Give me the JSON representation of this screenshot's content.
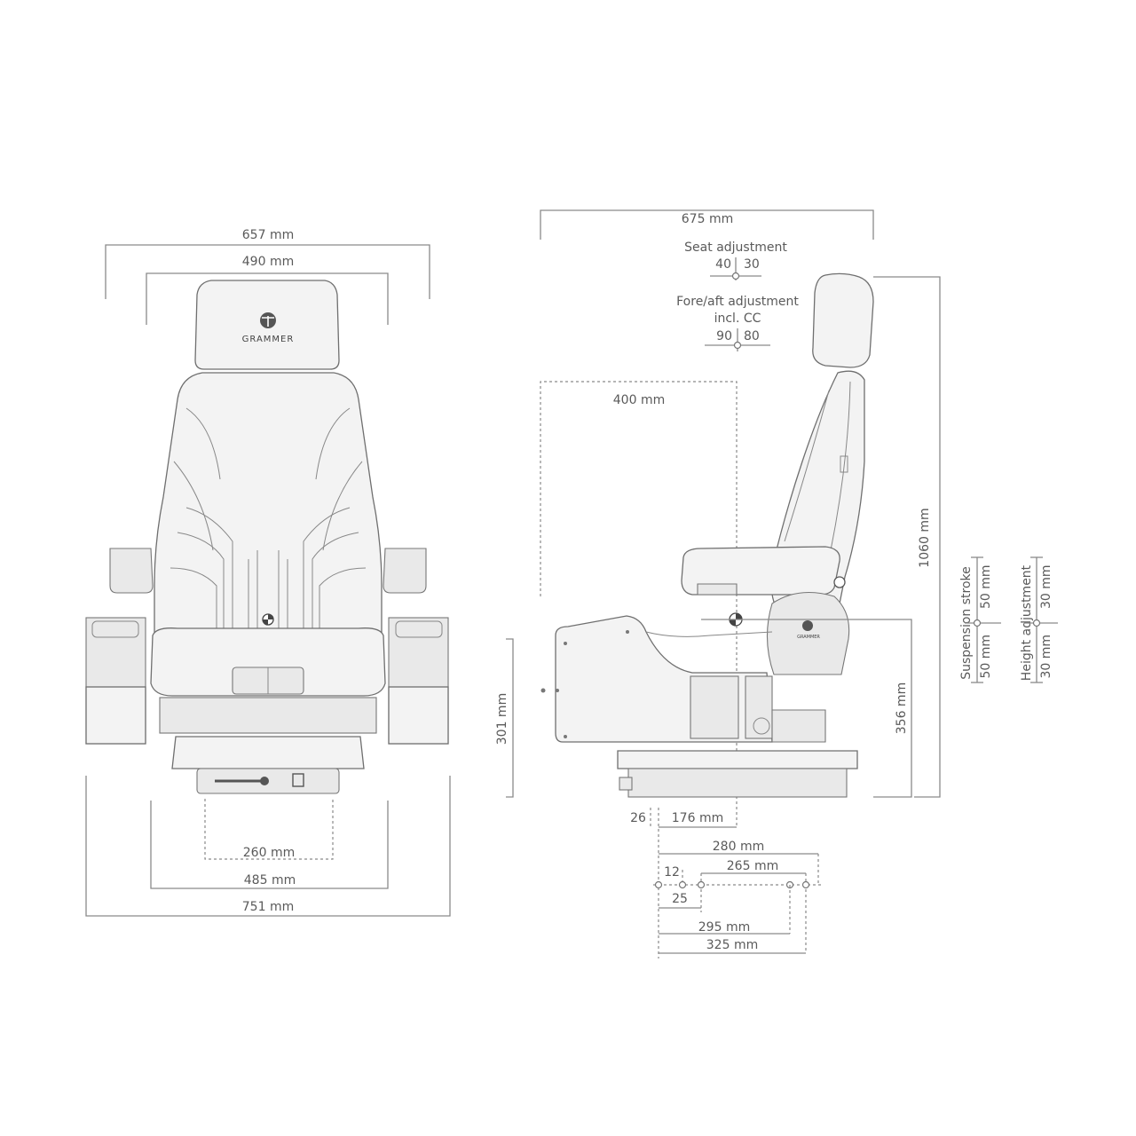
{
  "front_view": {
    "brand_logo": "GRAMMER",
    "width_overall": "657 mm",
    "width_backrest": "490 mm",
    "width_inner": "260 mm",
    "width_mid": "485 mm",
    "width_base": "751 mm"
  },
  "side_view": {
    "depth_overall": "675 mm",
    "seat_adjustment": {
      "label": "Seat adjustment",
      "left": "40",
      "right": "30"
    },
    "fore_aft_adjustment": {
      "label_line1": "Fore/aft adjustment",
      "label_line2": "incl. CC",
      "left": "90",
      "right": "80"
    },
    "backrest_offset": "400 mm",
    "height_total": "1060 mm",
    "height_base": "301 mm",
    "height_seat_ref": "356 mm",
    "suspension_stroke": {
      "label": "Suspension stroke",
      "up": "50 mm",
      "down": "50 mm"
    },
    "height_adjustment": {
      "label": "Height adjustment",
      "up": "30 mm",
      "down": "30 mm"
    },
    "bottom": {
      "d26": "26",
      "d176": "176 mm",
      "d280": "280 mm",
      "d12": "12",
      "d265": "265 mm",
      "d25": "25",
      "d295": "295 mm",
      "d325": "325 mm"
    }
  },
  "colors": {
    "line": "#8a8a8a",
    "text": "#5a5a5a",
    "fill": "#f3f3f3"
  }
}
